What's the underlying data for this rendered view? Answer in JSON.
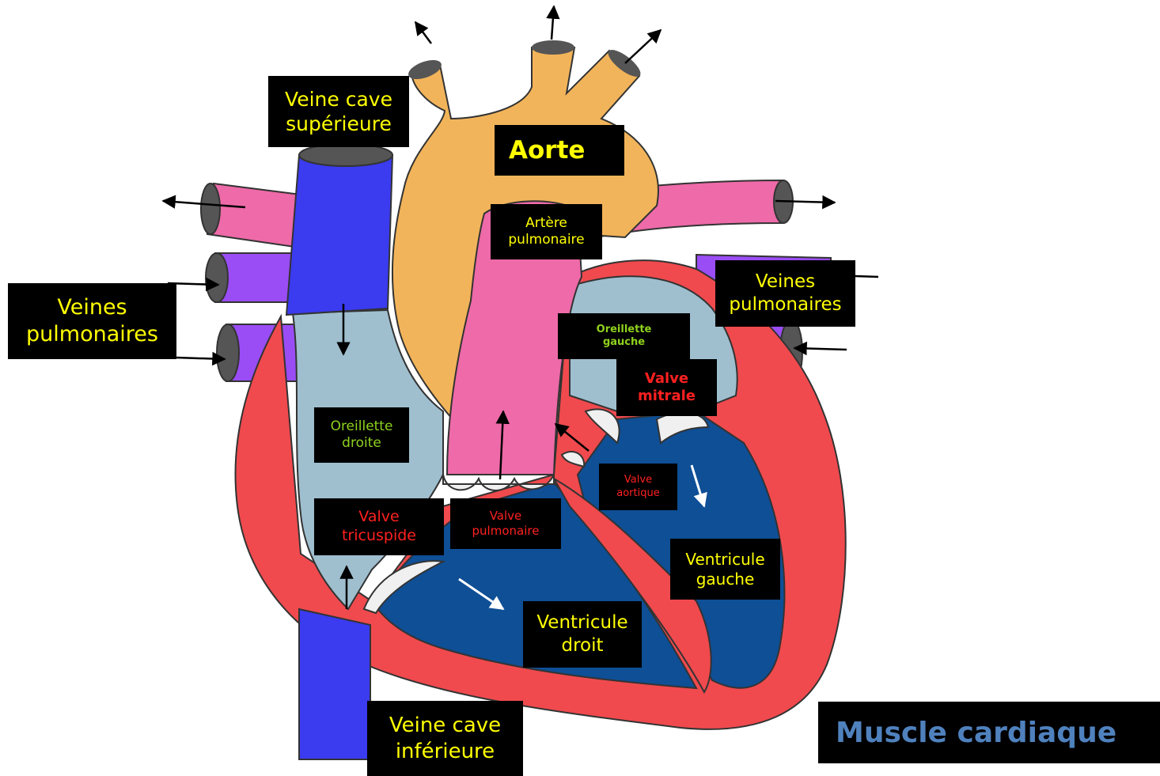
{
  "colors": {
    "superior_vena_cava": "#3b3bf0",
    "aorta": "#f2b45a",
    "pulmonary_artery": "#ee6aa8",
    "pulmonary_veins": "#9a4df5",
    "atria": "#9fbfcf",
    "ventricles": "#0e4f96",
    "heart_muscle": "#f04a4e",
    "valves": "#f0f0f0",
    "label_bg": "#000000",
    "label_text": "#ffff00",
    "atrium_label_text": "#8fd11e",
    "valve_label_text": "#ff2020",
    "muscle_label_text": "#4f81bd"
  },
  "labels": {
    "superior_vena_cava": "Veine cave\nsupérieure",
    "aorta": "Aorte",
    "pulmonary_artery": "Artère\npulmonaire",
    "pulmonary_veins_left": "Veines\npulmonaires",
    "pulmonary_veins_right": "Veines\npulmonaires",
    "left_atrium": "Oreillette\ngauche",
    "mitral_valve": "Valve\nmitrale",
    "right_atrium": "Oreillette\ndroite",
    "aortic_valve": "Valve\naortique",
    "tricuspid_valve": "Valve\ntricuspide",
    "pulmonary_valve": "Valve\npulmonaire",
    "left_ventricle": "Ventricule\ngauche",
    "right_ventricle": "Ventricule\ndroit",
    "inferior_vena_cava": "Veine cave\ninférieure",
    "heart_muscle": "Muscle cardiaque"
  }
}
